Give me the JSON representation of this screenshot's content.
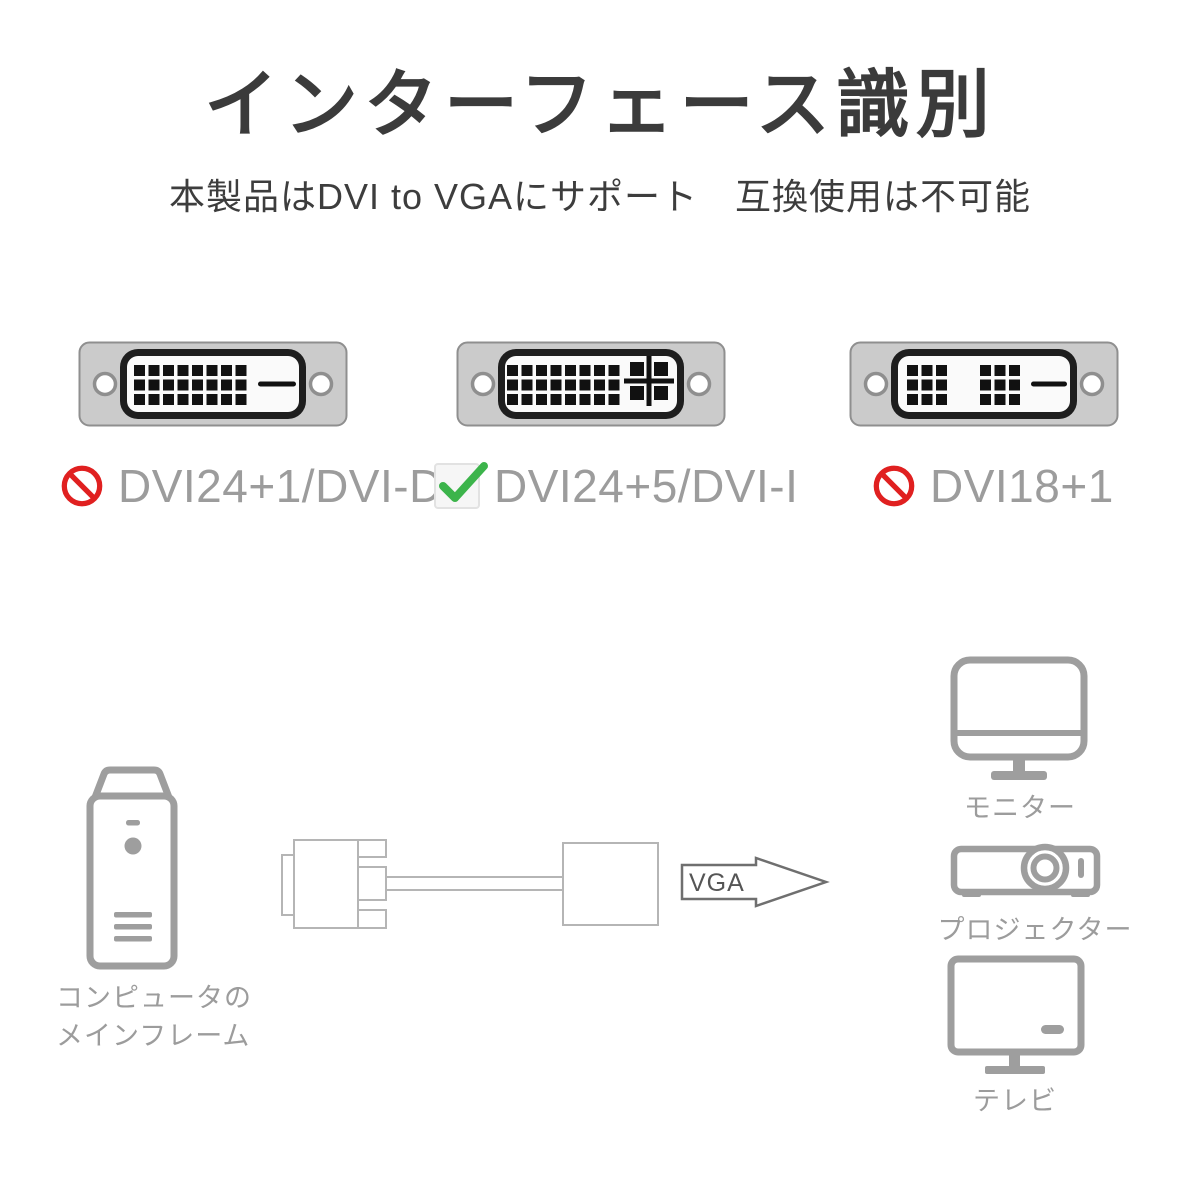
{
  "header": {
    "title": "インターフェース識別",
    "subtitle": "本製品はDVI to VGAにサポート　互換使用は不可能"
  },
  "connectors": [
    {
      "name": "DVI24+1/DVI-D",
      "pin_layout": "24+1",
      "supported": false
    },
    {
      "name": "DVI24+5/DVI-I",
      "pin_layout": "24+5",
      "supported": true
    },
    {
      "name": "DVI18+1",
      "pin_layout": "18+1",
      "supported": false
    }
  ],
  "diagram": {
    "source_label_line1": "コンピュータの",
    "source_label_line2": "メインフレーム",
    "arrow_label": "VGA",
    "devices": [
      {
        "label": "モニター"
      },
      {
        "label": "プロジェクター"
      },
      {
        "label": "テレビ"
      }
    ]
  },
  "colors": {
    "prohibited_red": "#e02020",
    "supported_green": "#3cb44b",
    "icon_gray": "#9e9e9e",
    "title_text": "#3b3b3b",
    "label_gray": "#9c9c9c",
    "connector_shell": "#cbcbcb"
  }
}
